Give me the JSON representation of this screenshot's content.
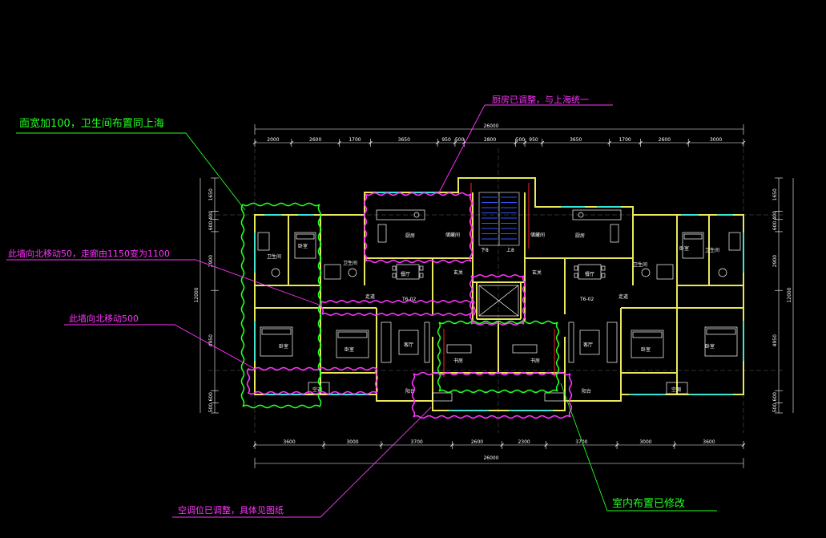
{
  "drawing": {
    "colors": {
      "background": "#000000",
      "wall": "#e8e85a",
      "dimension": "#ffffff",
      "fixture": "#ffffff",
      "window": "#00e5ff",
      "note_green": "#22ff22",
      "note_magenta": "#ff33ff",
      "cloud_green": "#22ff22",
      "cloud_magenta": "#ff33ff",
      "stair": "#3355ff",
      "red_mark": "#ff2222"
    },
    "overall_top_label": "26000",
    "overall_bottom_label": "26000",
    "top_dimensions": [
      "2000",
      "2600",
      "1700",
      "3650",
      "950",
      "500",
      "2800",
      "500",
      "950",
      "3650",
      "1700",
      "2600",
      "3000"
    ],
    "bottom_dimensions": [
      "3600",
      "3000",
      "3700",
      "2600",
      "2300",
      "3700",
      "3000",
      "3600"
    ],
    "left_dimensions": [
      "1650",
      "400",
      "600",
      "2900",
      "4950",
      "600",
      "500"
    ],
    "left_total": "12000",
    "right_dimensions": [
      "1650",
      "400",
      "600",
      "2900",
      "4950",
      "600",
      "500"
    ],
    "right_total": "12000",
    "rooms": {
      "left_unit": {
        "bedroom_top": "卧室",
        "bath_top": "卫生间",
        "bath_mid": "卫生间",
        "kitchen": "厨房",
        "dining": "餐厅",
        "corridor": "走道",
        "entry": "玄关",
        "bedroom_main": "卧室",
        "bedroom_second": "卧室",
        "living": "客厅",
        "study": "书房",
        "balcony": "阳台",
        "ac": "空调",
        "unit_tag": "T6-02",
        "storage": "储藏间"
      },
      "right_unit": {
        "bedroom_top": "卧室",
        "bath_top": "卫生间",
        "bath_mid": "卫生间",
        "kitchen": "厨房",
        "dining": "餐厅",
        "corridor": "走道",
        "entry": "玄关",
        "bedroom_main": "卧室",
        "bedroom_second": "卧室",
        "living": "客厅",
        "study": "书房",
        "balcony": "阳台",
        "ac": "空调",
        "unit_tag": "T6-02",
        "storage": "储藏间"
      },
      "core_left": "下8",
      "core_right": "上8"
    },
    "annotations": {
      "note1": "面宽加100，卫生间布置同上海",
      "note2": "厨房已调整，与上海统一",
      "note3": "此墙向北移动50，走廊由1150变为1100",
      "note4": "此墙向北移动500",
      "note5": "空调位已调整，具体见图纸",
      "note6": "室内布置已修改"
    }
  }
}
